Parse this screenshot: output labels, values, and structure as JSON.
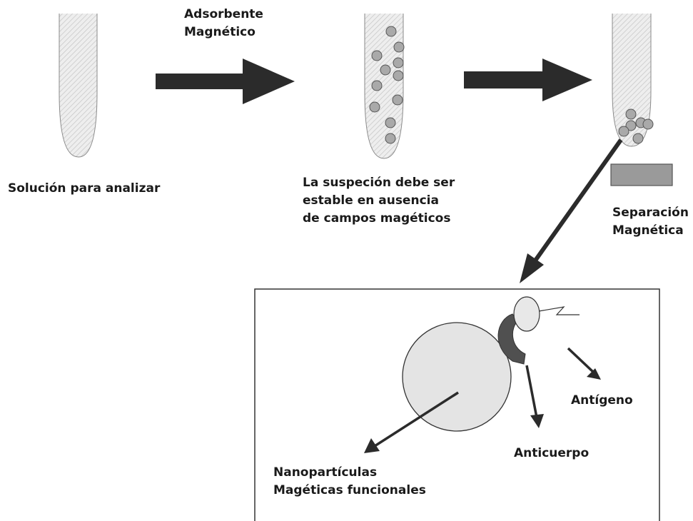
{
  "colors": {
    "tube_fill": "#e6e6e6",
    "tube_stroke": "#8a8a8a",
    "particle_fill": "#a9a9a9",
    "particle_stroke": "#555555",
    "arrow": "#2b2b2b",
    "magnet": "#9a9a9a",
    "antibody": "#505050",
    "nanoparticle_fill": "#e4e4e4",
    "antigen_fill": "#e8e8e8"
  },
  "icons": {
    "tube_empty": "test-tube-icon",
    "tube_particles": "test-tube-icon",
    "tube_separated": "test-tube-icon",
    "magnet": "magnet-icon"
  },
  "steps": {
    "sample_label": "Solución para analizar",
    "adsorbent_label": [
      "Adsorbente",
      "Magnético"
    ],
    "suspension_label": [
      "La suspeción debe ser",
      "estable en ausencia",
      "de campos magéticos"
    ],
    "separation_label": [
      "Separación",
      "Magnética"
    ]
  },
  "detail": {
    "antigen_label": "Antígeno",
    "antibody_label": "Anticuerpo",
    "nanoparticle_label": [
      "Nanopartículas",
      "Magéticas funcionales"
    ]
  }
}
